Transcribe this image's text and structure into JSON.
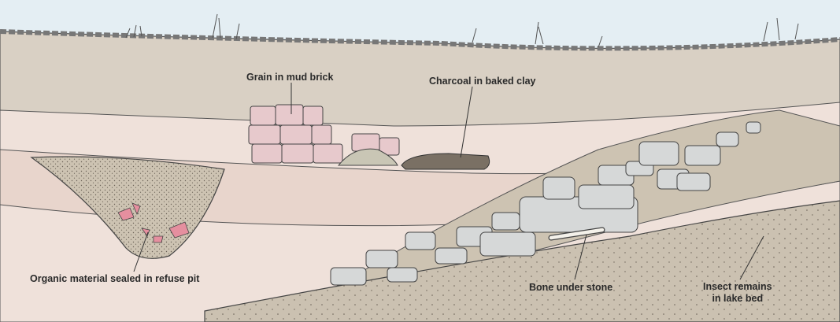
{
  "labels": {
    "grain": "Grain in mud brick",
    "charcoal": "Charcoal in baked clay",
    "organic": "Organic material sealed in refuse pit",
    "bone": "Bone under stone",
    "insect_line1": "Insect remains",
    "insect_line2": "in lake bed"
  },
  "colors": {
    "sky": "#e4eef3",
    "topsoil": "#d9d0c4",
    "pink_layer": "#efe1da",
    "pink_layer2": "#e8d5cc",
    "fill_layer": "#cdc3b2",
    "lakebed": "#cbc1b1",
    "stone": "#d6d8d8",
    "brick": "#e7c9cc",
    "organic": "#e58f9f"
  }
}
